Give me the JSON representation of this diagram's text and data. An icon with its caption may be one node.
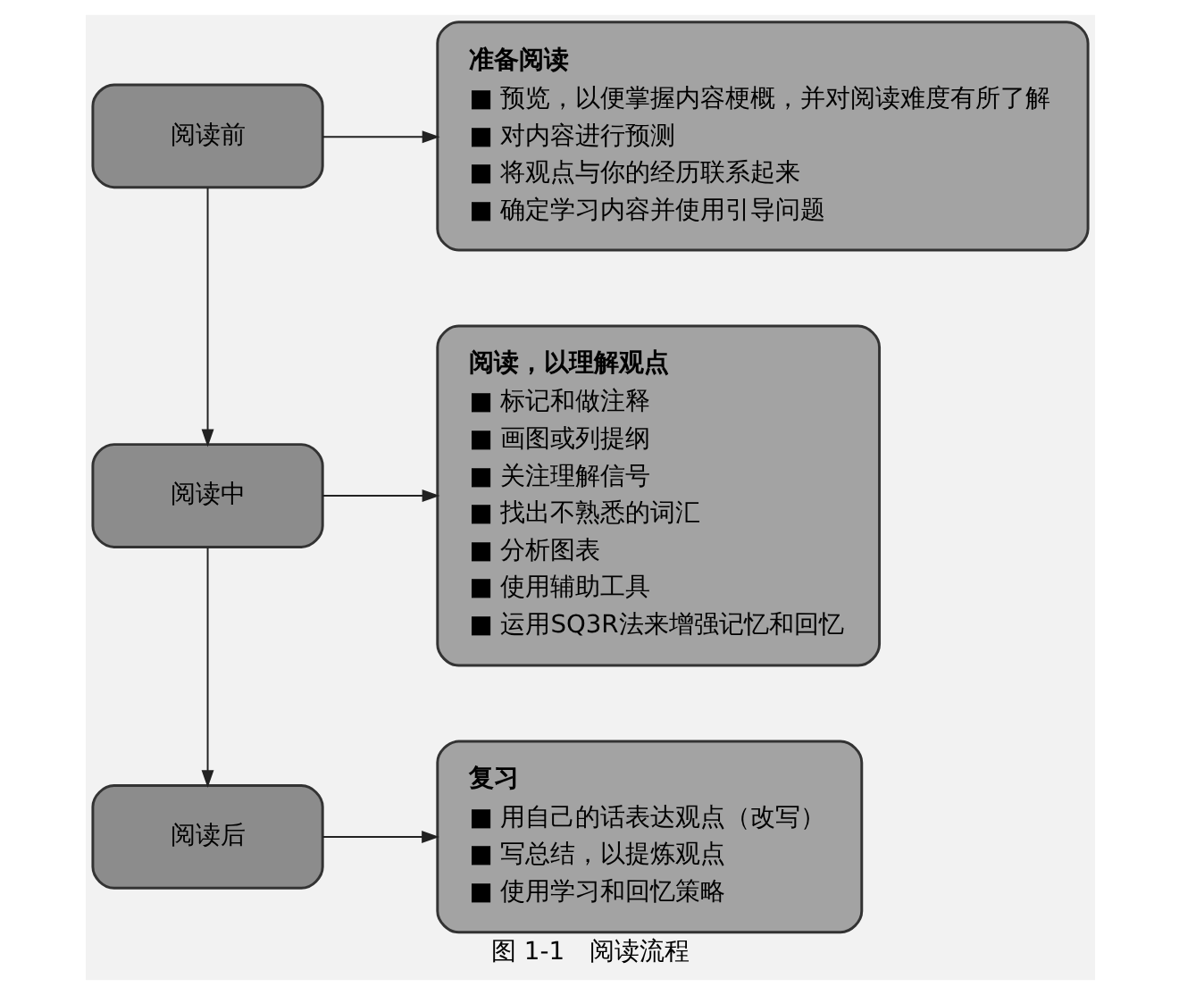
{
  "diagram": {
    "caption": "图 1-1　阅读流程",
    "nodes": [
      {
        "text": [
          "阅读前"
        ]
      },
      {
        "text": [
          "准备阅读",
          "■ 预览，以便掌握内容梗概，并对阅读难度有所了解",
          "■ 对内容进行预测",
          "■ 将观点与你的经历联系起来",
          "■ 确定学习内容并使用引导问题"
        ]
      },
      {
        "text": [
          "阅读中"
        ]
      },
      {
        "text": [
          "阅读，以理解观点",
          "■ 标记和做注释",
          "■ 画图或列提纲",
          "■ 关注理解信号",
          "■ 找出不熟悉的词汇",
          "■ 分析图表",
          "■ 使用辅助工具",
          "■ 运用SQ3R法来增强记忆和回忆"
        ]
      },
      {
        "text": [
          "阅读后"
        ]
      },
      {
        "text": [
          "复习",
          "■ 用自己的话表达观点（改写）",
          "■ 写总结，以提炼观点",
          "■ 使用学习和回忆策略"
        ]
      }
    ],
    "edges": [
      {
        "from": 0,
        "to": 1,
        "arrow": "to"
      },
      {
        "from": 0,
        "to": 2,
        "arrow": "to"
      },
      {
        "from": 2,
        "to": 3,
        "arrow": "to"
      },
      {
        "from": 2,
        "to": 4,
        "arrow": "to"
      },
      {
        "from": 4,
        "to": 5,
        "arrow": "to"
      }
    ]
  }
}
